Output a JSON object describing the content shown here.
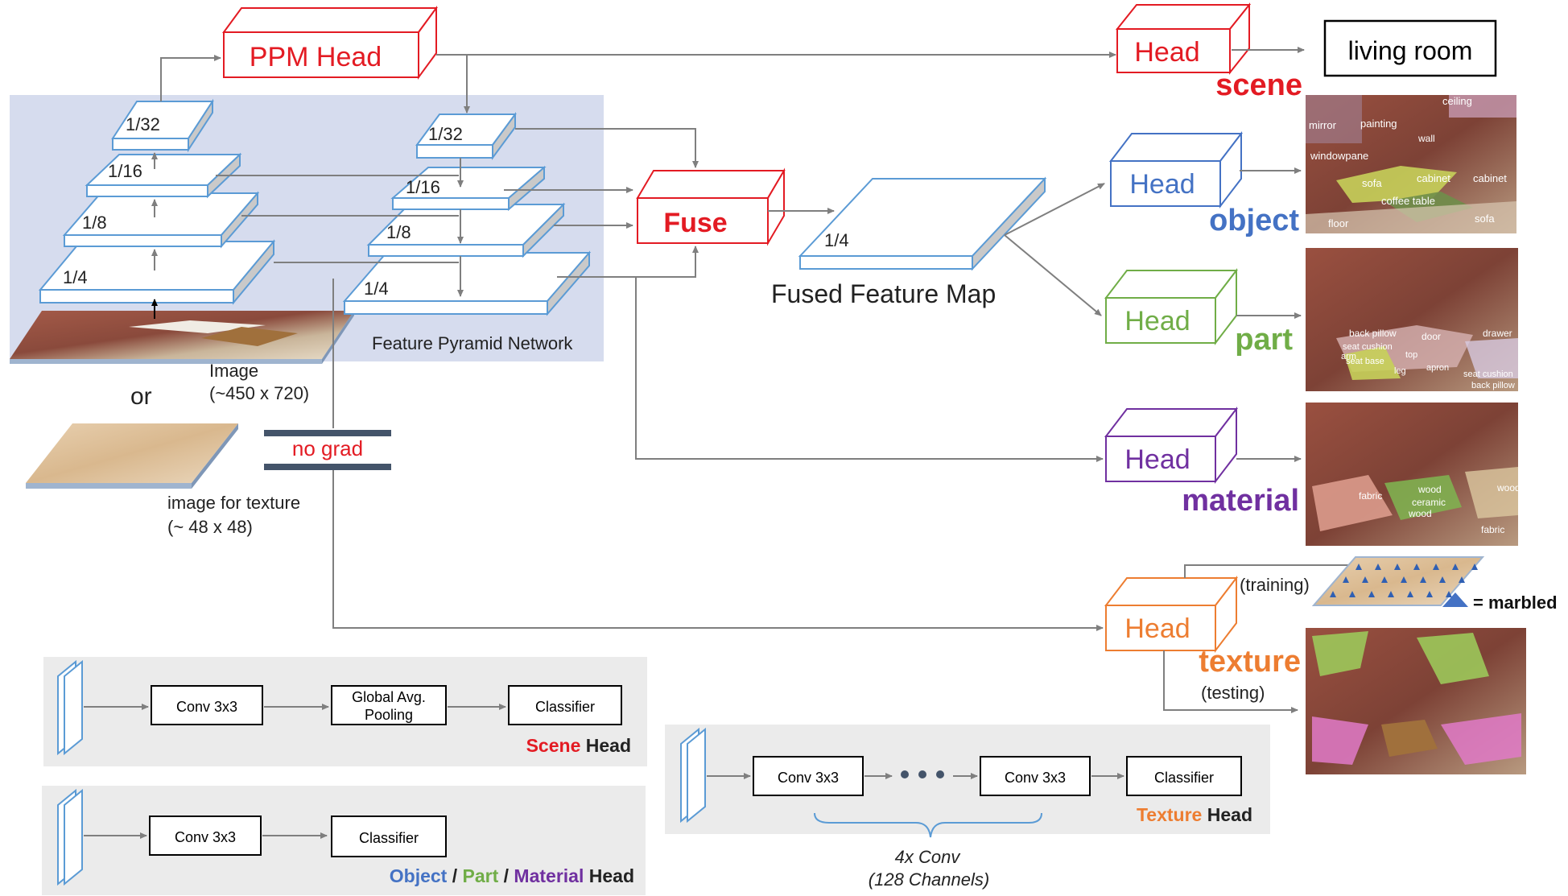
{
  "ppm_head": "PPM Head",
  "fuse": "Fuse",
  "fpn_label": "Feature Pyramid Network",
  "fused_feature_map": "Fused Feature Map",
  "fused_scale": "1/4",
  "backbone_levels": [
    "1/32",
    "1/16",
    "1/8",
    "1/4"
  ],
  "fpn_levels": [
    "1/32",
    "1/16",
    "1/8",
    "1/4"
  ],
  "image_label": "Image",
  "image_size": "(~450 x 720)",
  "or": "or",
  "texture_image_label": "image for texture",
  "texture_image_size": "(~ 48 x 48)",
  "no_grad": "no grad",
  "head": "Head",
  "tasks": {
    "scene": "scene",
    "object": "object",
    "part": "part",
    "material": "material",
    "texture": "texture"
  },
  "scene_output": "living room",
  "training": "(training)",
  "testing": "(testing)",
  "marbled_legend": "= marbled",
  "object_labels": [
    "mirror",
    "painting",
    "ceiling",
    "wall",
    "windowpane",
    "sofa",
    "cabinet",
    "cabinet",
    "coffee table",
    "floor",
    "sofa"
  ],
  "part_labels": [
    "back pillow",
    "door",
    "drawer",
    "seat cushion",
    "arm",
    "top",
    "seat base",
    "leg",
    "apron",
    "seat cushion",
    "back pillow"
  ],
  "material_labels": [
    "fabric",
    "wood",
    "ceramic",
    "wood",
    "wood",
    "fabric"
  ],
  "scene_head_box": {
    "conv": "Conv 3x3",
    "pool_line1": "Global Avg.",
    "pool_line2": "Pooling",
    "classifier": "Classifier",
    "title_color_word": "Scene",
    "title_rest": " Head"
  },
  "omp_head_box": {
    "conv": "Conv 3x3",
    "classifier": "Classifier",
    "object": "Object",
    "sep1": " / ",
    "part": "Part",
    "sep2": " / ",
    "material": "Material",
    "rest": " Head"
  },
  "texture_head_box": {
    "conv1": "Conv 3x3",
    "conv2": "Conv 3x3",
    "classifier": "Classifier",
    "title_color_word": "Texture",
    "title_rest": " Head",
    "brace_line1": "4x Conv",
    "brace_line2": "(128 Channels)"
  },
  "colors": {
    "red": "#e31b23",
    "blue": "#4472c4",
    "green": "#70ad47",
    "purple": "#7030a0",
    "orange": "#ed7d31",
    "fpn_bg": "#d6dcee",
    "box_bg": "#ebebeb",
    "layer_blue": "#5b9bd5",
    "arrow": "#7f7f7f"
  }
}
